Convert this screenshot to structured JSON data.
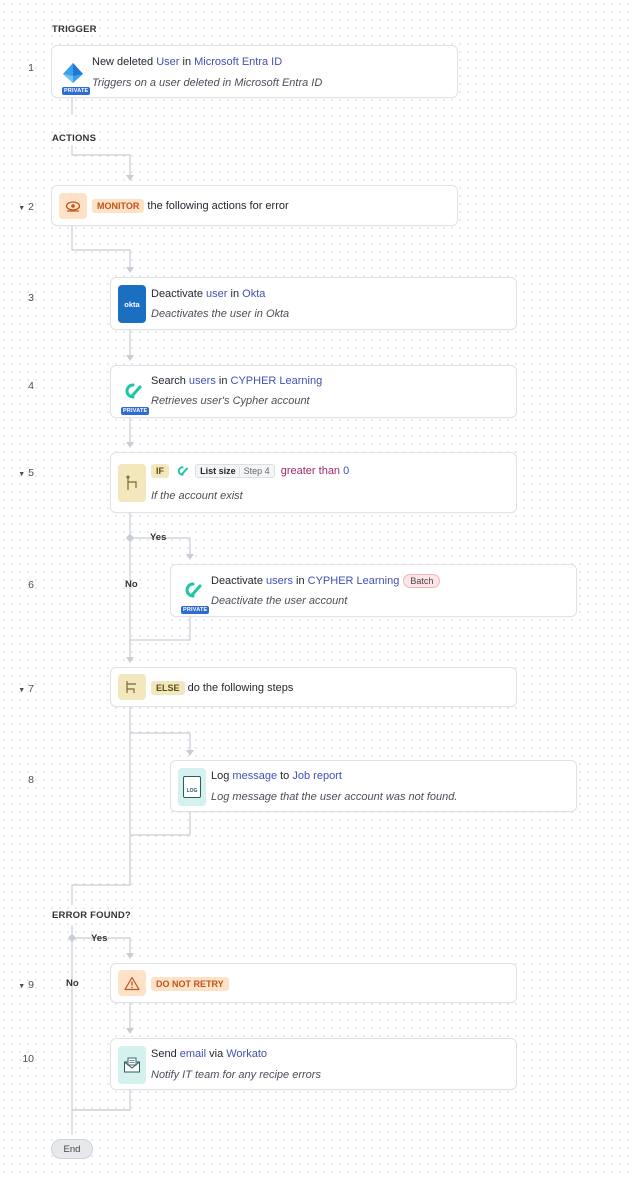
{
  "sections": {
    "trigger": "TRIGGER",
    "actions": "ACTIONS",
    "error_found": "ERROR FOUND?"
  },
  "steps": {
    "s1": {
      "num": "1",
      "verb": "New deleted",
      "object": "User",
      "prep": "in",
      "app": "Microsoft Entra ID",
      "subtitle": "Triggers on a user deleted in Microsoft Entra ID",
      "badge": "PRIVATE",
      "icon": "microsoft-entra-icon"
    },
    "s2": {
      "num": "2",
      "keyword": "MONITOR",
      "rest": "the following actions for error",
      "icon": "eye-icon"
    },
    "s3": {
      "num": "3",
      "verb": "Deactivate",
      "object": "user",
      "prep": "in",
      "app": "Okta",
      "subtitle": "Deactivates the user in Okta",
      "icon_text": "okta"
    },
    "s4": {
      "num": "4",
      "verb": "Search",
      "object": "users",
      "prep": "in",
      "app": "CYPHER Learning",
      "subtitle": "Retrieves user's Cypher account",
      "badge": "PRIVATE",
      "icon": "cypher-learning-icon"
    },
    "s5": {
      "num": "5",
      "keyword": "IF",
      "datapill": "List size",
      "datapill_step": "Step 4",
      "operator": "greater than",
      "value": "0",
      "subtitle": "If the account exist",
      "icon": "branch-icon"
    },
    "s6": {
      "num": "6",
      "verb": "Deactivate",
      "object": "users",
      "prep": "in",
      "app": "CYPHER Learning",
      "tag": "Batch",
      "subtitle": "Deactivate the user account",
      "badge": "PRIVATE",
      "icon": "cypher-learning-icon"
    },
    "s7": {
      "num": "7",
      "keyword": "ELSE",
      "rest": "do the following steps",
      "icon": "else-branch-icon"
    },
    "s8": {
      "num": "8",
      "verb": "Log",
      "object": "message",
      "prep": "to",
      "app": "Job report",
      "subtitle": "Log message that the user account was not found.",
      "icon_text": "LOG"
    },
    "s9": {
      "num": "9",
      "keyword": "DO NOT RETRY",
      "icon": "warning-icon"
    },
    "s10": {
      "num": "10",
      "verb": "Send",
      "object": "email",
      "prep": "via",
      "app": "Workato",
      "subtitle": "Notify IT team for any recipe errors",
      "icon": "email-icon"
    }
  },
  "branches": {
    "yes": "Yes",
    "no": "No",
    "yes2": "Yes",
    "no2": "No"
  },
  "end_label": "End",
  "colors": {
    "keyword_blue": "#3f51b5",
    "operator": "#9c2a6a",
    "monitor_bg": "#fde2c8",
    "monitor_text": "#c0541b",
    "if_bg": "#f3e7bd",
    "log_bg": "#d4f0ef",
    "cypher": "#1cc7a3",
    "okta": "#1a6fc1"
  }
}
